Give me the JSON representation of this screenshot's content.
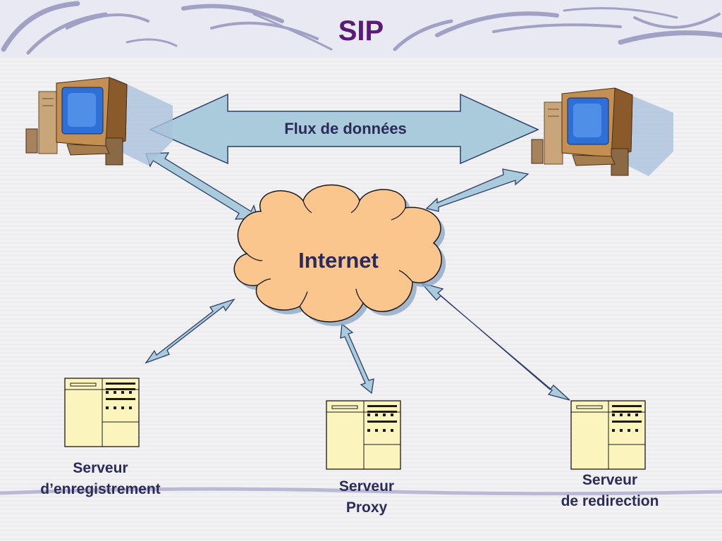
{
  "slide": {
    "title": "SIP",
    "flux_label": "Flux de données",
    "cloud_label": "Internet",
    "servers": {
      "registration": {
        "line1": "Serveur",
        "line2": "d’enregistrement"
      },
      "proxy": {
        "line1": "Serveur",
        "line2": "Proxy"
      },
      "redirection": {
        "line1": "Serveur",
        "line2": "de redirection"
      }
    }
  },
  "colors": {
    "title": "#5a1a78",
    "text": "#2b2b5a",
    "arrow_fill": "#a9cbdb",
    "arrow_stroke": "#2a3d6a",
    "cloud_fill": "#fbc58e",
    "server_fill": "#fbf4bd",
    "monitor_screen": "#3a87e0",
    "computer_case": "#c79a63",
    "banner_stroke": "#8a8ab8"
  }
}
